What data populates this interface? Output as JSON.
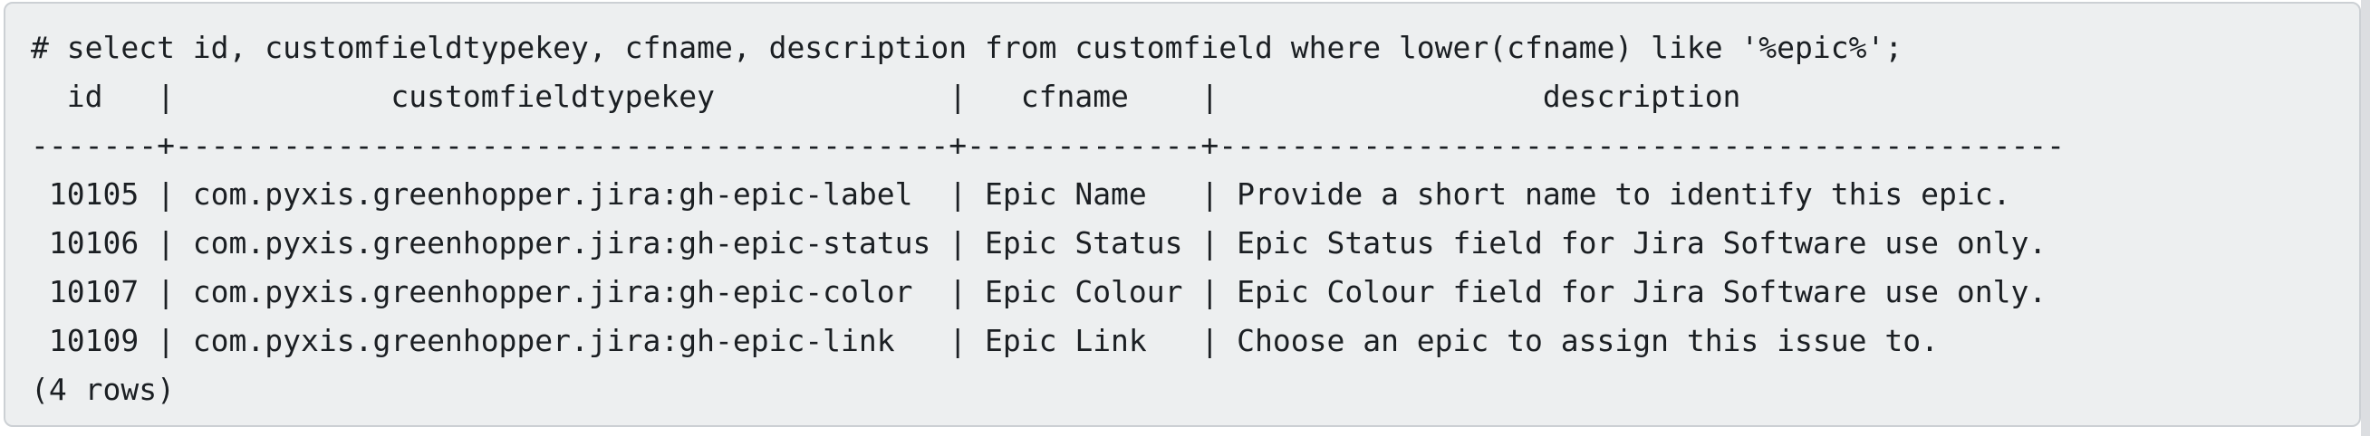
{
  "terminal": {
    "query": "# select id, customfieldtypekey, cfname, description from customfield where lower(cfname) like '%epic%';",
    "table": {
      "columns": [
        "id",
        "customfieldtypekey",
        "cfname",
        "description"
      ],
      "rows": [
        [
          "10105",
          "com.pyxis.greenhopper.jira:gh-epic-label",
          "Epic Name",
          "Provide a short name to identify this epic."
        ],
        [
          "10106",
          "com.pyxis.greenhopper.jira:gh-epic-status",
          "Epic Status",
          "Epic Status field for Jira Software use only."
        ],
        [
          "10107",
          "com.pyxis.greenhopper.jira:gh-epic-color",
          "Epic Colour",
          "Epic Colour field for Jira Software use only."
        ],
        [
          "10109",
          "com.pyxis.greenhopper.jira:gh-epic-link",
          "Epic Link",
          "Choose an epic to assign this issue to."
        ]
      ],
      "footer": "(4 rows)"
    },
    "lines": [
      "# select id, customfieldtypekey, cfname, description from customfield where lower(cfname) like '%epic%';",
      "  id   |            customfieldtypekey             |   cfname    |                  description",
      "-------+-------------------------------------------+-------------+-----------------------------------------------",
      " 10105 | com.pyxis.greenhopper.jira:gh-epic-label  | Epic Name   | Provide a short name to identify this epic.",
      " 10106 | com.pyxis.greenhopper.jira:gh-epic-status | Epic Status | Epic Status field for Jira Software use only.",
      " 10107 | com.pyxis.greenhopper.jira:gh-epic-color  | Epic Colour | Epic Colour field for Jira Software use only.",
      " 10109 | com.pyxis.greenhopper.jira:gh-epic-link   | Epic Link   | Choose an epic to assign this issue to.",
      "(4 rows)"
    ],
    "colors": {
      "block_background": "#edeff0",
      "block_border": "#ccd0d4",
      "text": "#1b1f23",
      "scrollbar": "#dcdee1"
    }
  }
}
